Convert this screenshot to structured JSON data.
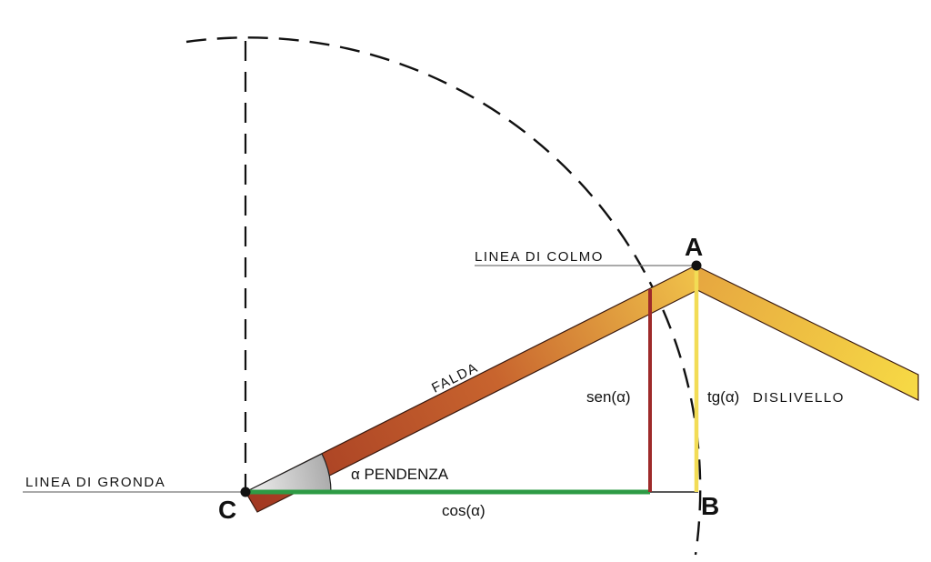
{
  "labels": {
    "linea_colmo": "LINEA DI COLMO",
    "linea_gronda": "LINEA DI GRONDA",
    "falda": "FALDA",
    "pendenza": "α PENDENZA",
    "sen": "sen(α)",
    "tg": "tg(α)",
    "dislivello": "DISLIVELLO",
    "cos": "cos(α)",
    "point_a": "A",
    "point_b": "B",
    "point_c": "C"
  },
  "colors": {
    "falda_dark": "#a23822",
    "falda_light": "#f0c24a",
    "right_slope_light": "#f7da45",
    "cos_line": "#2e9b45",
    "sen_line": "#9e2a2a",
    "tg_line": "#f2dc55",
    "angle_fill": "#c6c6c6",
    "guide_line": "#777777"
  }
}
